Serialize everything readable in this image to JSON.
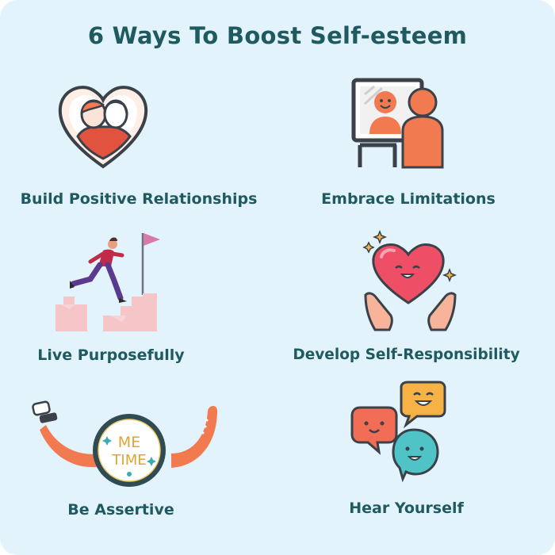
{
  "title": "6 Ways To Boost Self-esteem",
  "items": [
    {
      "label": "Build Positive Relationships",
      "icon": "heart-couple-icon"
    },
    {
      "label": "Embrace Limitations",
      "icon": "mirror-person-icon"
    },
    {
      "label": "Live Purposefully",
      "icon": "running-to-flag-icon"
    },
    {
      "label": "Develop Self-Responsibility",
      "icon": "hands-heart-icon"
    },
    {
      "label": "Be Assertive",
      "icon": "me-time-watch-icon"
    },
    {
      "label": "Hear Yourself",
      "icon": "speech-bubbles-icon"
    }
  ],
  "badge_text": {
    "line1": "ME",
    "line2": "TIME"
  },
  "colors": {
    "background": "#e3f3fb",
    "title": "#1f5a61",
    "accent_orange": "#f27a50",
    "accent_red": "#e2533f",
    "dark_outline": "#3b4149"
  }
}
